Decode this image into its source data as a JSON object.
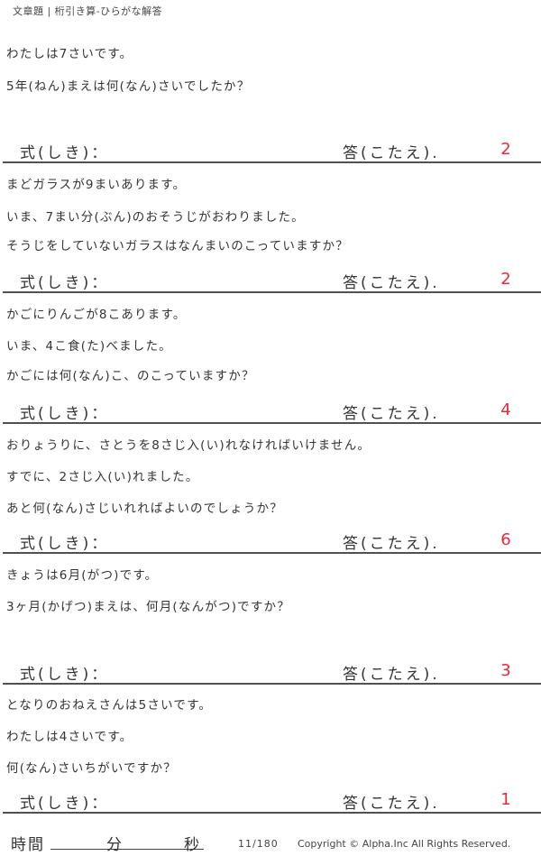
{
  "header": {
    "title": "文章題 | 桁引き算-ひらがな解答"
  },
  "labels": {
    "formula": "式(しき)：",
    "answer": "答(こたえ)."
  },
  "colors": {
    "answer": "#e8283c",
    "rule": "#555050",
    "text": "#333333"
  },
  "problems": [
    {
      "lines": [
        "わたしは7さいです。",
        "5年(ねん)まえは何(なん)さいでしたか？"
      ],
      "answer": "2"
    },
    {
      "lines": [
        "まどガラスが9まいあります。",
        "いま、7まい分(ぶん)のおそうじがおわりました。",
        "そうじをしていないガラスはなんまいのこっていますか？"
      ],
      "answer": "2"
    },
    {
      "lines": [
        "かごにりんごが8こあります。",
        "いま、4こ食(た)べました。",
        "かごには何(なん)こ、のこっていますか？"
      ],
      "answer": "4"
    },
    {
      "lines": [
        "おりょうりに、さとうを8さじ入(い)れなければいけません。",
        "すでに、2さじ入(い)れました。",
        "あと何(なん)さじいれればよいのでしょうか？"
      ],
      "answer": "6"
    },
    {
      "lines": [
        "きょうは6月(がつ)です。",
        "3ヶ月(かげつ)まえは、何月(なんがつ)ですか？"
      ],
      "answer": "3"
    },
    {
      "lines": [
        "となりのおねえさんは5さいです。",
        "わたしは4さいです。",
        "何(なん)さいちがいですか？"
      ],
      "answer": "1"
    }
  ],
  "footer": {
    "time_label": "時間",
    "minutes_label": "分",
    "seconds_label": "秒",
    "page": "11/180",
    "copyright": "Copyright ©  Alpha.Inc All Rights Reserved."
  }
}
